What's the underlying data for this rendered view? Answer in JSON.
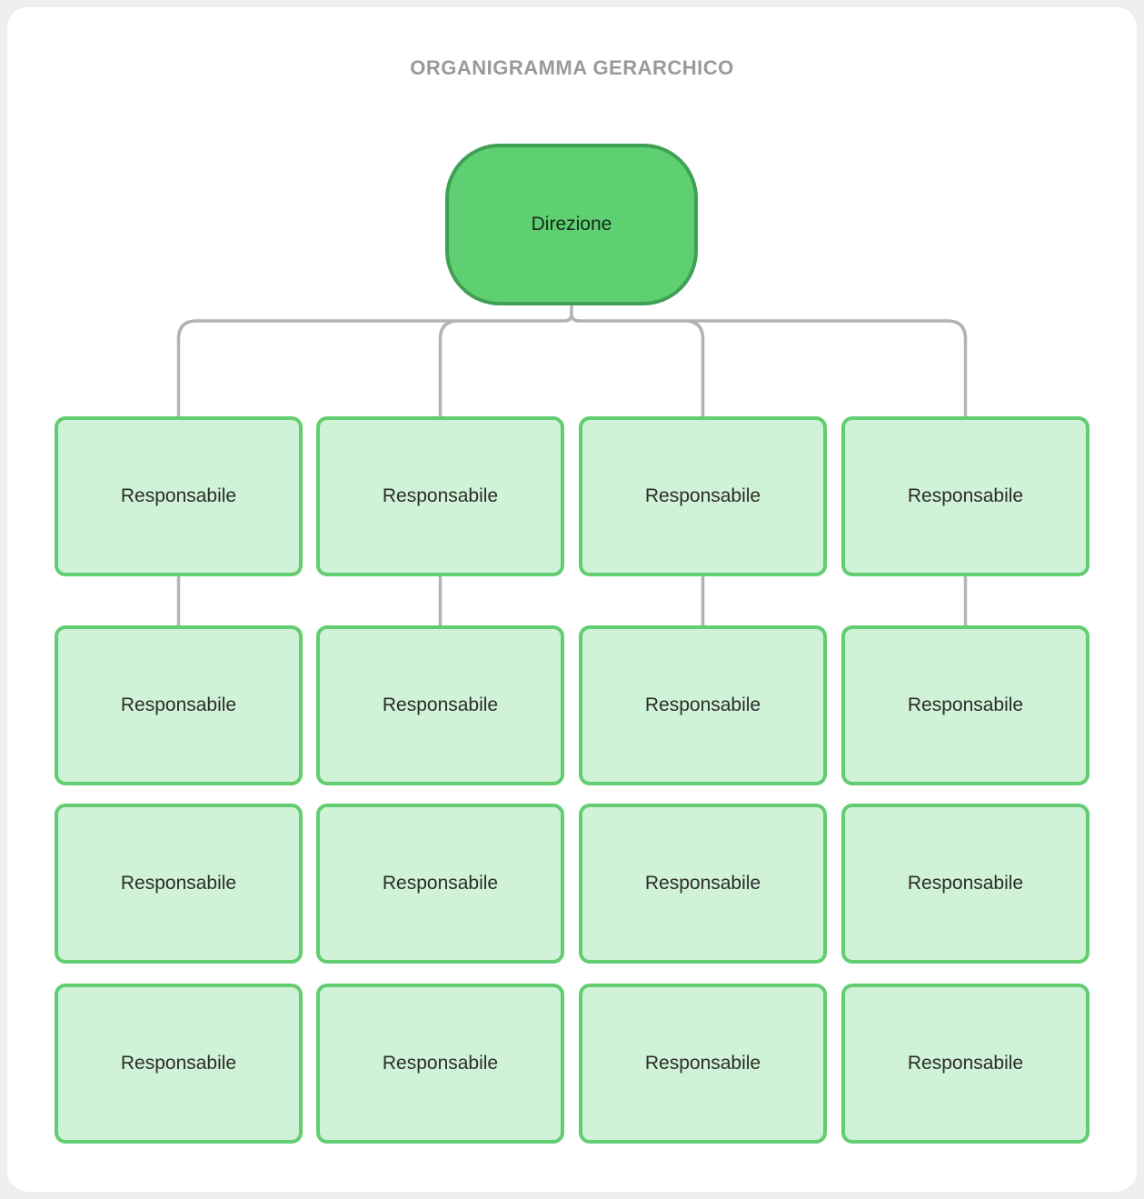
{
  "title": "ORGANIGRAMMA GERARCHICO",
  "diagram": {
    "type": "org-chart",
    "root": {
      "label": "Direzione"
    },
    "columns": [
      {
        "nodes": [
          "Responsabile",
          "Responsabile",
          "Responsabile",
          "Responsabile"
        ]
      },
      {
        "nodes": [
          "Responsabile",
          "Responsabile",
          "Responsabile",
          "Responsabile"
        ]
      },
      {
        "nodes": [
          "Responsabile",
          "Responsabile",
          "Responsabile",
          "Responsabile"
        ]
      },
      {
        "nodes": [
          "Responsabile",
          "Responsabile",
          "Responsabile",
          "Responsabile"
        ]
      }
    ]
  },
  "colors": {
    "page_bg": "#efefef",
    "card_bg": "#ffffff",
    "title": "#9a9a9a",
    "root_fill": "#5ed072",
    "root_border": "#3fa054",
    "root_text": "#17281b",
    "node_fill": "#d0f2d6",
    "node_border": "#63cd71",
    "node_text": "#2a2d2b",
    "connector": "#b3b3b3"
  }
}
